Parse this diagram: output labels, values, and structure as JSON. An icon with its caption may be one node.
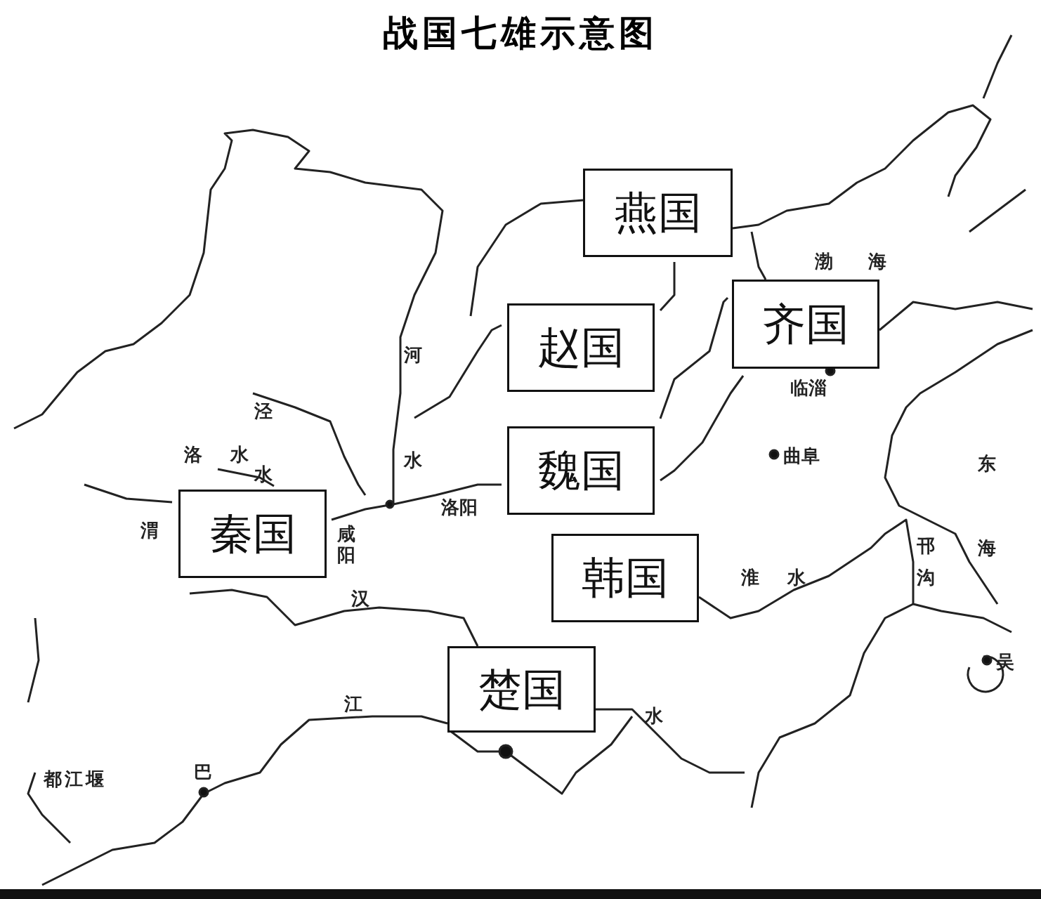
{
  "diagram": {
    "title": "战国七雄示意图",
    "nodes": [
      {
        "text": [
          "燕国"
        ]
      },
      {
        "text": [
          "赵国"
        ]
      },
      {
        "text": [
          "齐国"
        ]
      },
      {
        "text": [
          "魏国"
        ]
      },
      {
        "text": [
          "秦国"
        ]
      },
      {
        "text": [
          "韩国"
        ]
      },
      {
        "text": [
          "楚国"
        ]
      }
    ],
    "labels": [
      "渤海",
      "河水",
      "临淄",
      "泾水",
      "东海",
      "曲阜",
      "洛水",
      "洛阳",
      "渭",
      "咸阳",
      "邗沟",
      "汉",
      "淮水",
      "吴",
      "江",
      "水",
      "巴",
      "都江堰"
    ]
  }
}
